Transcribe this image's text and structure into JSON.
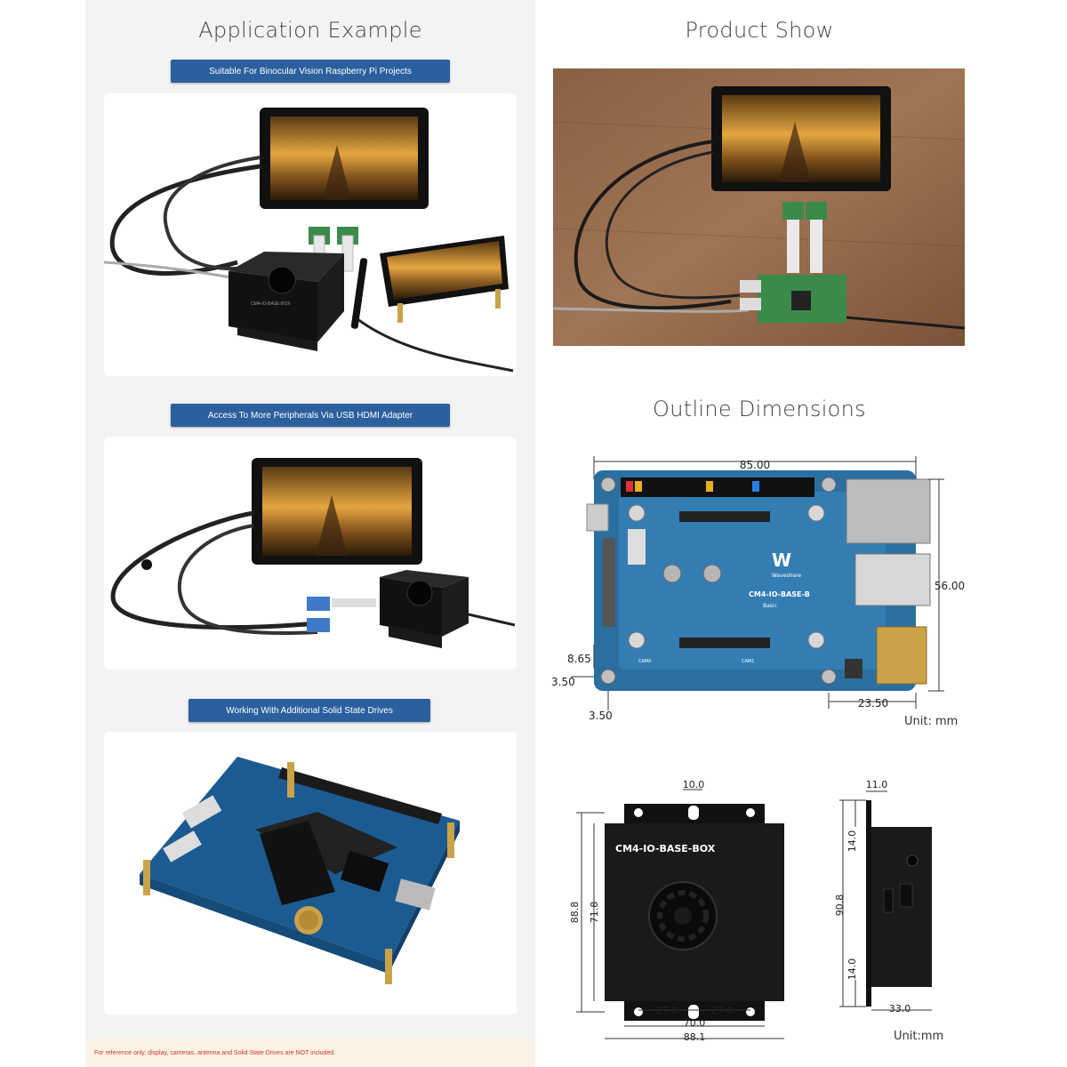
{
  "left": {
    "title": "Application Example",
    "banners": [
      "Suitable For Binocular Vision Raspberry Pi Projects",
      "Access To More Peripherals Via USB HDMI Adapter",
      "Working With Additional Solid State Drives"
    ],
    "box_label": "CM4-IO-BASE-BOX",
    "footer": "For reference only, display, cameras, antenna and Solid State Drives are NOT included."
  },
  "right": {
    "product_title": "Product Show",
    "outline_title": "Outline Dimensions",
    "board": {
      "logo": "W",
      "logo_sub": "Waveshare",
      "name": "CM4-IO-BASE-B",
      "sub": "Basic",
      "cam_labels": [
        "CAM0",
        "CAM1"
      ],
      "dims": {
        "width": "85.00",
        "height": "56.00",
        "d1": "8.65",
        "d2": "3.50",
        "d3": "3.50",
        "d4": "23.50"
      },
      "unit": "Unit: mm"
    },
    "box": {
      "label": "CM4-IO-BASE-BOX",
      "dims": {
        "top": "10.0",
        "h_outer": "88.8",
        "h_inner": "71.8",
        "b1": "27.0",
        "b2": "27.0",
        "w_inner": "70.0",
        "w_outer": "88.1"
      }
    },
    "side": {
      "dims": {
        "top": "11.0",
        "t1": "14.0",
        "mid": "90.8",
        "t2": "14.0",
        "bottom": "33.0"
      },
      "unit": "Unit:mm"
    }
  }
}
